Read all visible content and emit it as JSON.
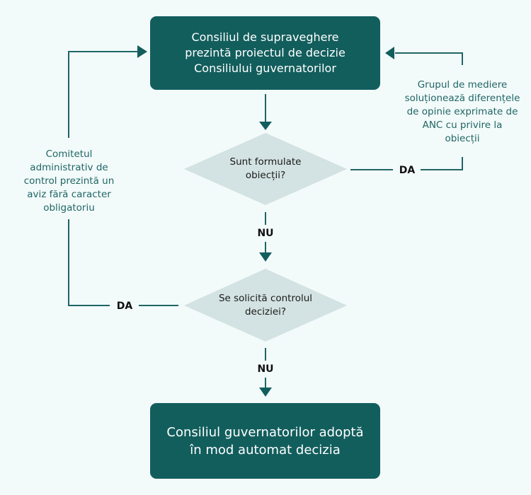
{
  "colors": {
    "background": "#f3fafa",
    "box_fill": "#125e5d",
    "diamond_fill": "#d3e2e2",
    "connector": "#1f6665",
    "note_text": "#1f6665"
  },
  "nodes": {
    "start": "Consiliul de supraveghere\nprezintă proiectul de decizie\nConsiliului guvernatorilor",
    "decision_objections": "Sunt formulate\nobiecții?",
    "decision_review": "Se solicită controlul\ndeciziei?",
    "end": "Consiliul guvernatorilor adoptă\nîn mod automat decizia"
  },
  "notes": {
    "mediation": "Grupul de mediere\nsoluționează diferențele\nde opinie exprimate de\nANC cu privire la\nobiecții",
    "administrative_review": "Comitetul\nadministrativ de\ncontrol prezintă un\naviz fără caracter\nobligatoriu"
  },
  "edge_labels": {
    "objections_yes": "DA",
    "objections_no": "NU",
    "review_yes": "DA",
    "review_no": "NU"
  }
}
